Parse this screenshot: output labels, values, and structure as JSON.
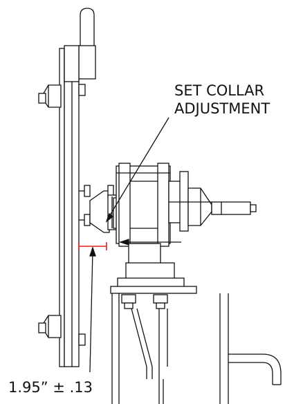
{
  "callouts": {
    "set_collar_line1": "SET COLLAR",
    "set_collar_line2": "ADJUSTMENT",
    "dimension": "1.95” ± .13"
  },
  "colors": {
    "line": "#111111",
    "dimension_accent": "#e0201a",
    "background": "#ffffff"
  }
}
